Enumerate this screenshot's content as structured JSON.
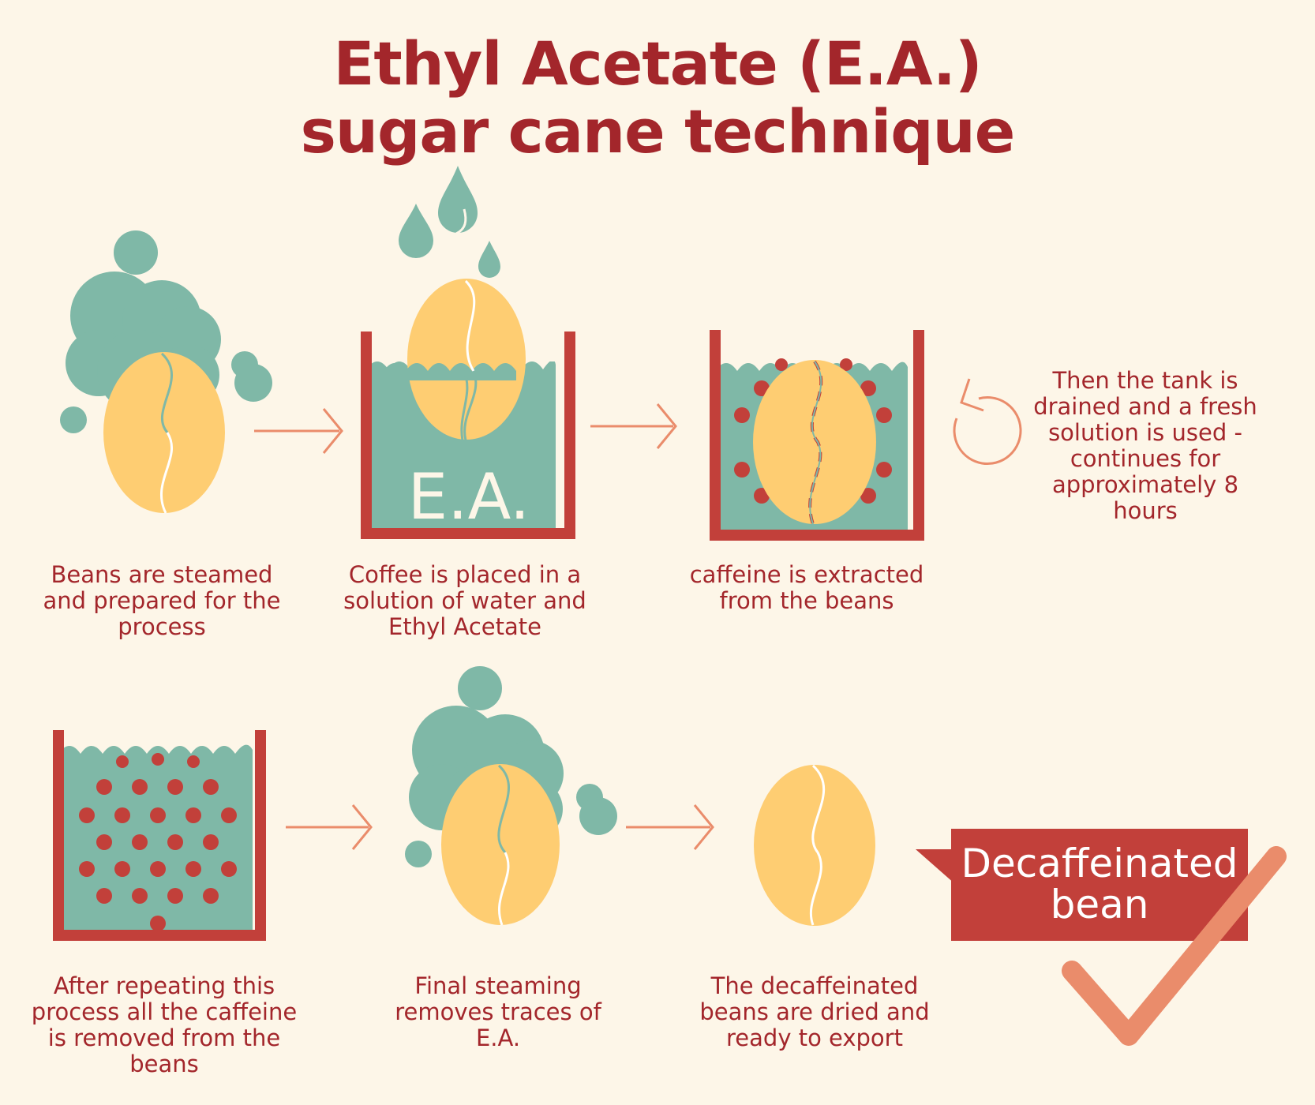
{
  "title": {
    "line1": "Ethyl Acetate (E.A.)",
    "line2": "sugar cane technique"
  },
  "tank_label": "E.A.",
  "steps": [
    {
      "caption": "Beans are steamed and prepared for the process"
    },
    {
      "caption": "Coffee is placed in a solution of water and Ethyl Acetate"
    },
    {
      "caption": "caffeine is extracted from the beans"
    },
    {
      "caption": "After repeating this process all the caffeine is removed from the beans"
    },
    {
      "caption": "Final steaming removes traces of E.A."
    },
    {
      "caption": "The decaffeinated beans are dried and ready to export"
    }
  ],
  "repeat_note": "Then the tank is drained and a fresh solution is used - continues for approximately 8 hours",
  "badge": {
    "line1": "Decaffeinated",
    "line2": "bean"
  },
  "colors": {
    "background": "#fdf6e8",
    "title_red": "#a3262b",
    "tank_red": "#c2403a",
    "teal": "#7fb8a7",
    "bean_yellow": "#fecd72",
    "arrow_orange": "#ea8c6b"
  },
  "icons": [
    "steam-cloud-icon",
    "coffee-bean-icon",
    "water-drops-icon",
    "tank-icon",
    "arrow-right-icon",
    "cycle-arrow-icon",
    "checkmark-icon"
  ]
}
